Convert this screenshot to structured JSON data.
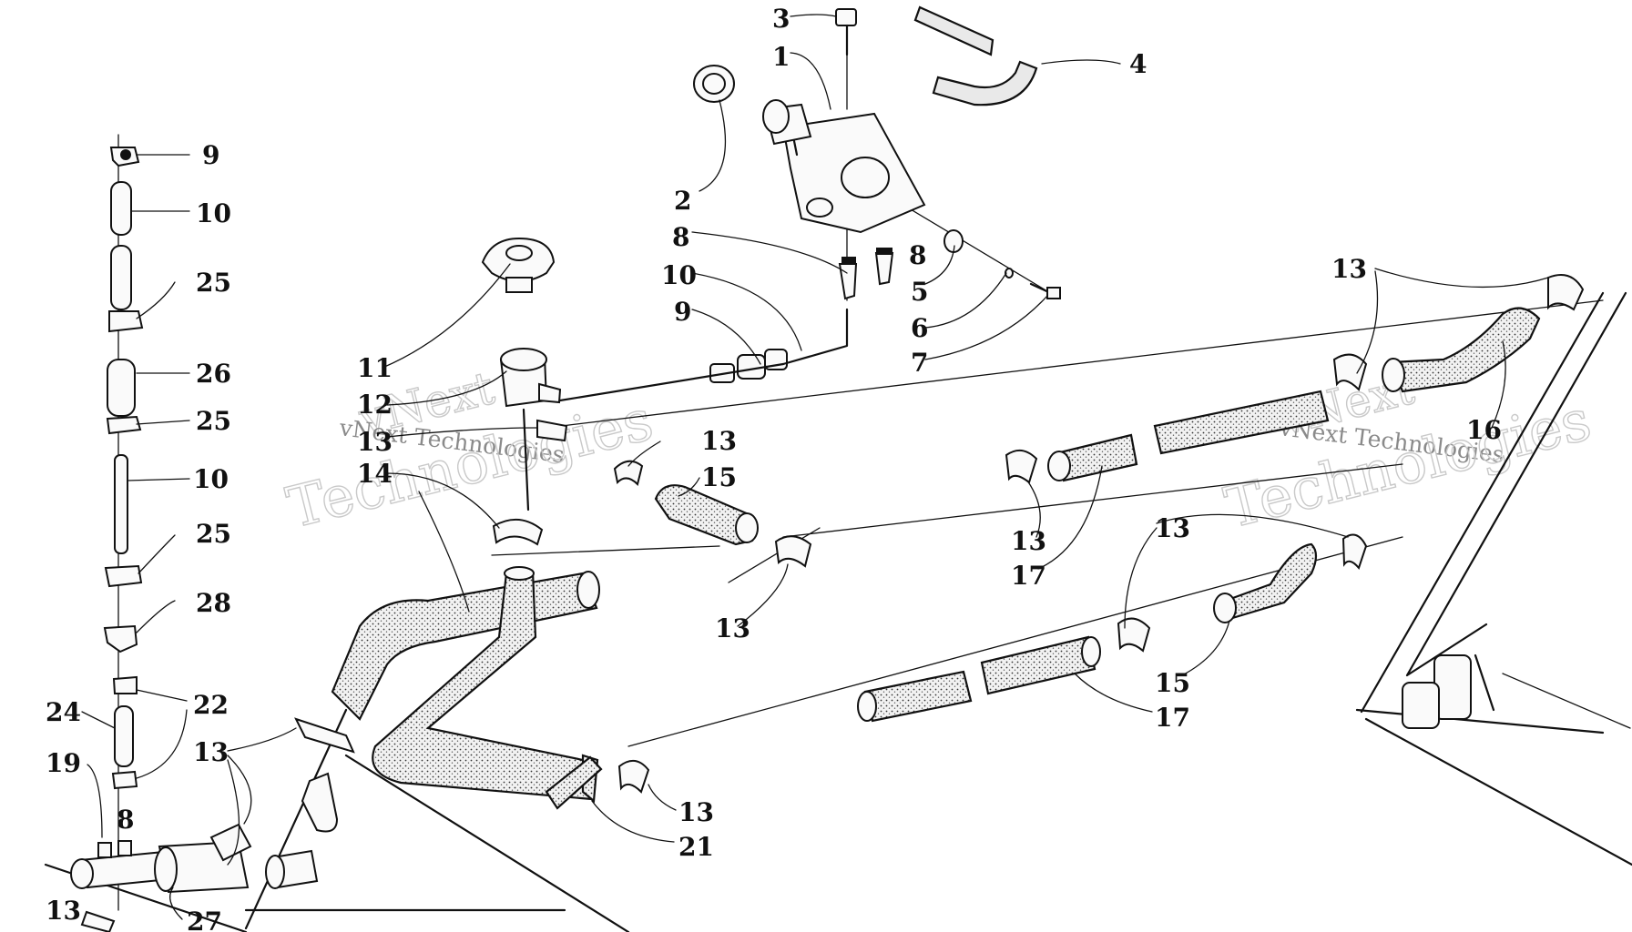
{
  "watermark": {
    "line1": "vNext",
    "line2": "vNext Technologies",
    "line3": "Technologies"
  },
  "callouts": [
    {
      "id": "c1",
      "text": "1"
    },
    {
      "id": "c2",
      "text": "2"
    },
    {
      "id": "c3",
      "text": "3"
    },
    {
      "id": "c4",
      "text": "4"
    },
    {
      "id": "c5",
      "text": "5"
    },
    {
      "id": "c6",
      "text": "6"
    },
    {
      "id": "c7",
      "text": "7"
    },
    {
      "id": "c8a",
      "text": "8"
    },
    {
      "id": "c8b",
      "text": "8"
    },
    {
      "id": "c9a",
      "text": "9"
    },
    {
      "id": "c10a",
      "text": "10"
    },
    {
      "id": "c9b",
      "text": "9"
    },
    {
      "id": "c10b",
      "text": "10"
    },
    {
      "id": "c25a",
      "text": "25"
    },
    {
      "id": "c26",
      "text": "26"
    },
    {
      "id": "c25b",
      "text": "25"
    },
    {
      "id": "c10c",
      "text": "10"
    },
    {
      "id": "c25c",
      "text": "25"
    },
    {
      "id": "c28",
      "text": "28"
    },
    {
      "id": "c22",
      "text": "22"
    },
    {
      "id": "c24",
      "text": "24"
    },
    {
      "id": "c19",
      "text": "19"
    },
    {
      "id": "c8c",
      "text": "8"
    },
    {
      "id": "c13a",
      "text": "13"
    },
    {
      "id": "c27",
      "text": "27"
    },
    {
      "id": "c11",
      "text": "11"
    },
    {
      "id": "c12",
      "text": "12"
    },
    {
      "id": "c13b",
      "text": "13"
    },
    {
      "id": "c14",
      "text": "14"
    },
    {
      "id": "c13c",
      "text": "13"
    },
    {
      "id": "c15a",
      "text": "15"
    },
    {
      "id": "c13d",
      "text": "13"
    },
    {
      "id": "c13e",
      "text": "13"
    },
    {
      "id": "c17a",
      "text": "17"
    },
    {
      "id": "c13f",
      "text": "13"
    },
    {
      "id": "c16",
      "text": "16"
    },
    {
      "id": "c13g",
      "text": "13"
    },
    {
      "id": "c15b",
      "text": "15"
    },
    {
      "id": "c17b",
      "text": "17"
    },
    {
      "id": "c13h",
      "text": "13"
    },
    {
      "id": "c21",
      "text": "21"
    },
    {
      "id": "c13i",
      "text": "13"
    }
  ]
}
